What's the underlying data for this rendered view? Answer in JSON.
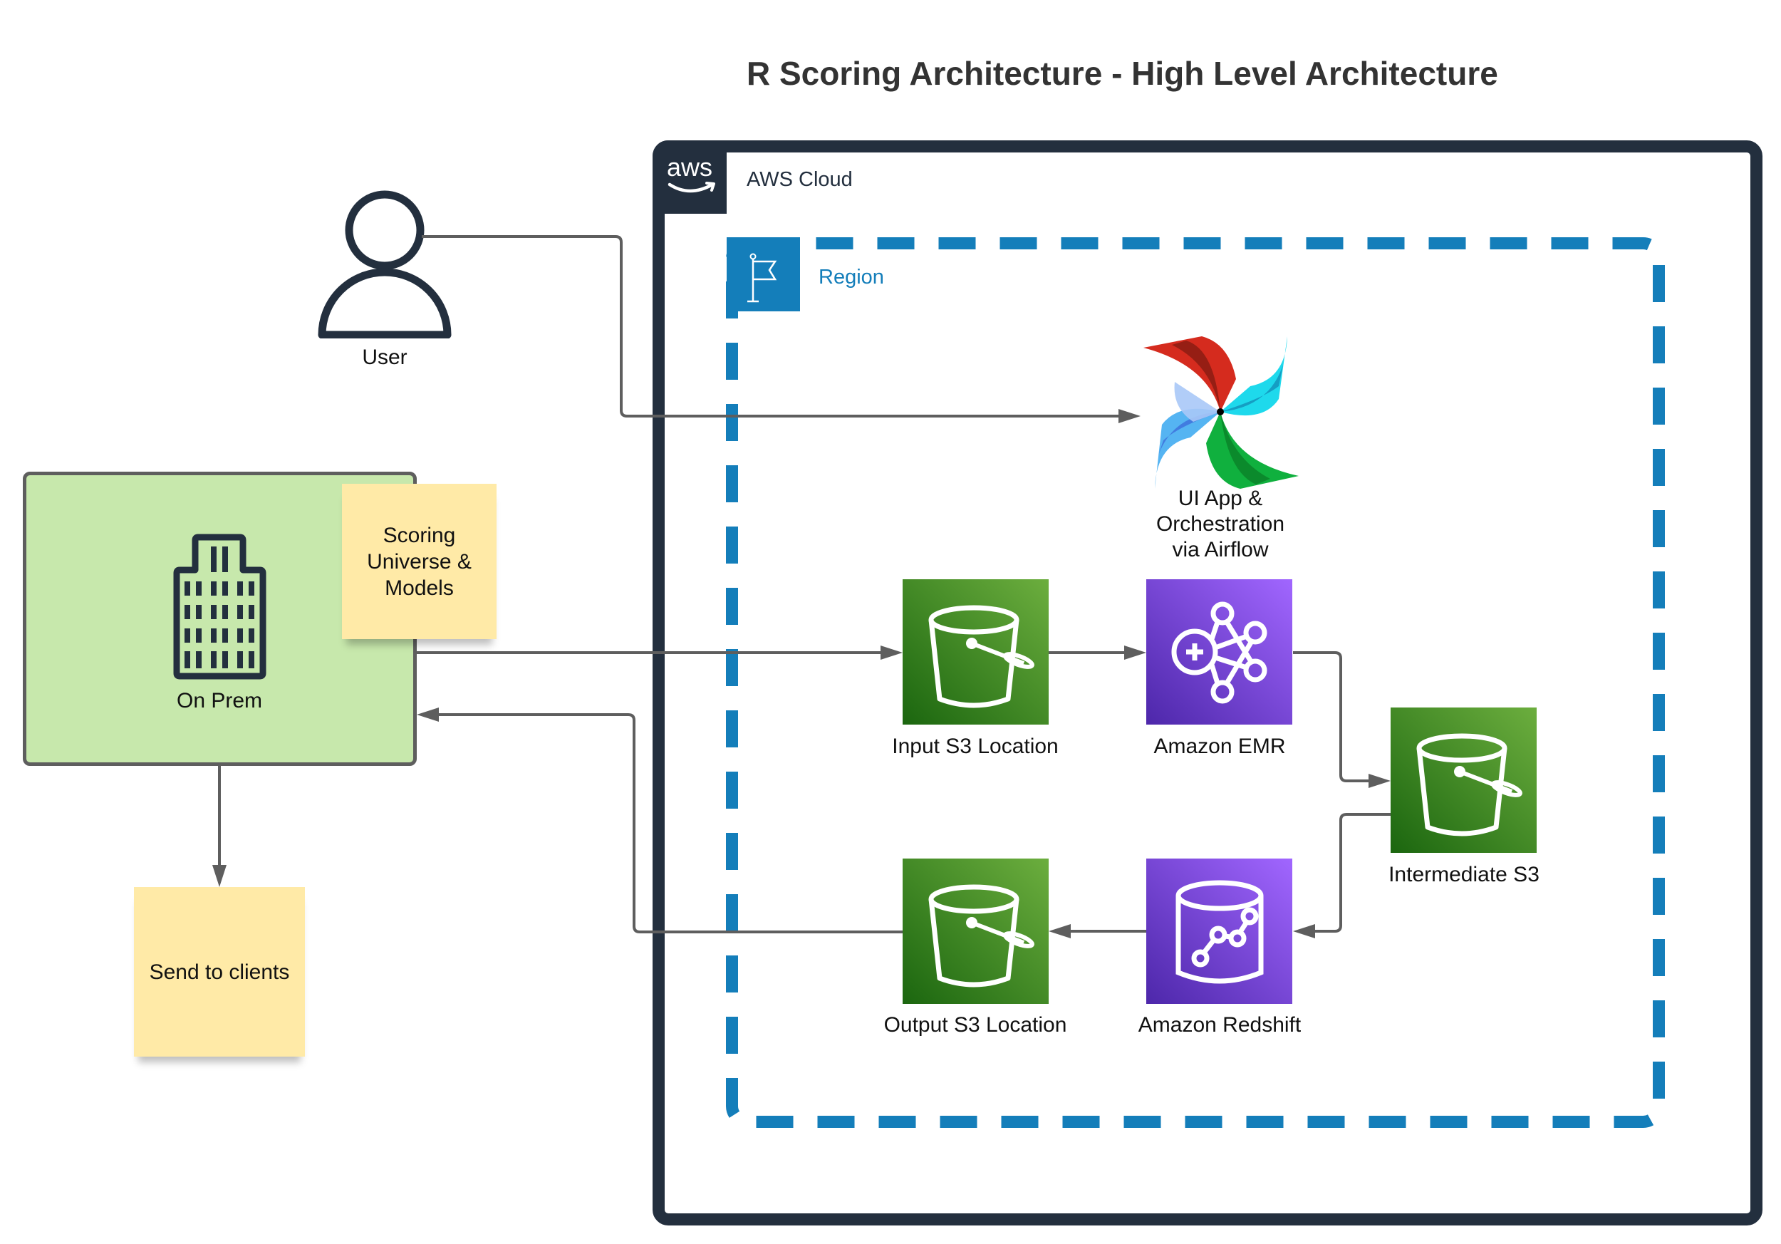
{
  "title": "R Scoring Architecture - High Level Architecture",
  "aws_cloud": {
    "label": "AWS Cloud",
    "logo_text": "aws",
    "border_color": "#232F3E"
  },
  "region": {
    "label": "Region",
    "color": "#147EBA"
  },
  "user": {
    "label": "User",
    "icon": "user-icon"
  },
  "on_prem": {
    "label": "On Prem",
    "icon": "building-icon",
    "fill_color": "#C7E8AC"
  },
  "notes": {
    "scoring_universe": "Scoring Universe & Models",
    "scoring_universe_lines": [
      "Scoring",
      "Universe &",
      "Models"
    ],
    "send_to_clients": "Send to clients",
    "color": "#FFEAA7"
  },
  "services": {
    "airflow": {
      "label_lines": [
        "UI App &",
        "Orchestration",
        "via Airflow"
      ],
      "icon": "airflow-pinwheel-icon"
    },
    "input_s3": {
      "label": "Input S3 Location",
      "icon": "s3-bucket-icon"
    },
    "emr": {
      "label": "Amazon EMR",
      "icon": "emr-icon"
    },
    "intermediate_s3": {
      "label": "Intermediate S3",
      "icon": "s3-bucket-icon"
    },
    "redshift": {
      "label": "Amazon Redshift",
      "icon": "redshift-icon"
    },
    "output_s3": {
      "label": "Output S3 Location",
      "icon": "s3-bucket-icon"
    }
  },
  "colors": {
    "s3_green": "#3F8624",
    "analytics_purple": "#8C4FFF",
    "connector": "#5E5E5E"
  },
  "connections": [
    {
      "from": "User",
      "to": "UI App & Orchestration via Airflow"
    },
    {
      "from": "On Prem",
      "to": "Input S3 Location"
    },
    {
      "from": "Input S3 Location",
      "to": "Amazon EMR"
    },
    {
      "from": "Amazon EMR",
      "to": "Intermediate S3"
    },
    {
      "from": "Intermediate S3",
      "to": "Amazon Redshift"
    },
    {
      "from": "Amazon Redshift",
      "to": "Output S3 Location"
    },
    {
      "from": "Output S3 Location",
      "to": "On Prem"
    },
    {
      "from": "On Prem",
      "to": "Send to clients"
    }
  ]
}
